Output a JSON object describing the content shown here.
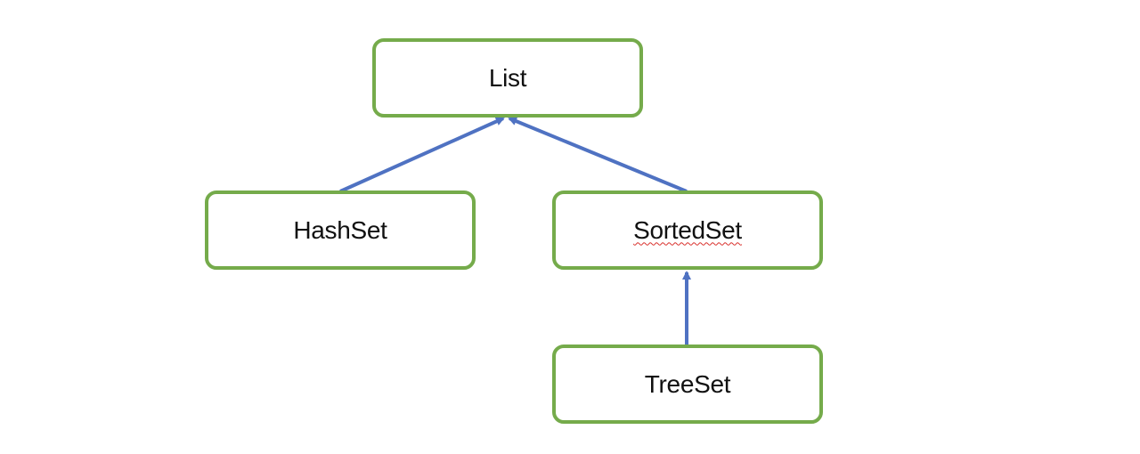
{
  "diagram": {
    "nodes": {
      "list": "List",
      "hashset": "HashSet",
      "sortedset": "SortedSet",
      "treeset": "TreeSet"
    },
    "edges": [
      {
        "from": "hashset",
        "to": "list"
      },
      {
        "from": "sortedset",
        "to": "list"
      },
      {
        "from": "treeset",
        "to": "sortedset"
      }
    ],
    "colors": {
      "node_border": "#75ab4b",
      "arrow": "#4f72c2",
      "spellcheck_underline": "#d9302c"
    }
  }
}
